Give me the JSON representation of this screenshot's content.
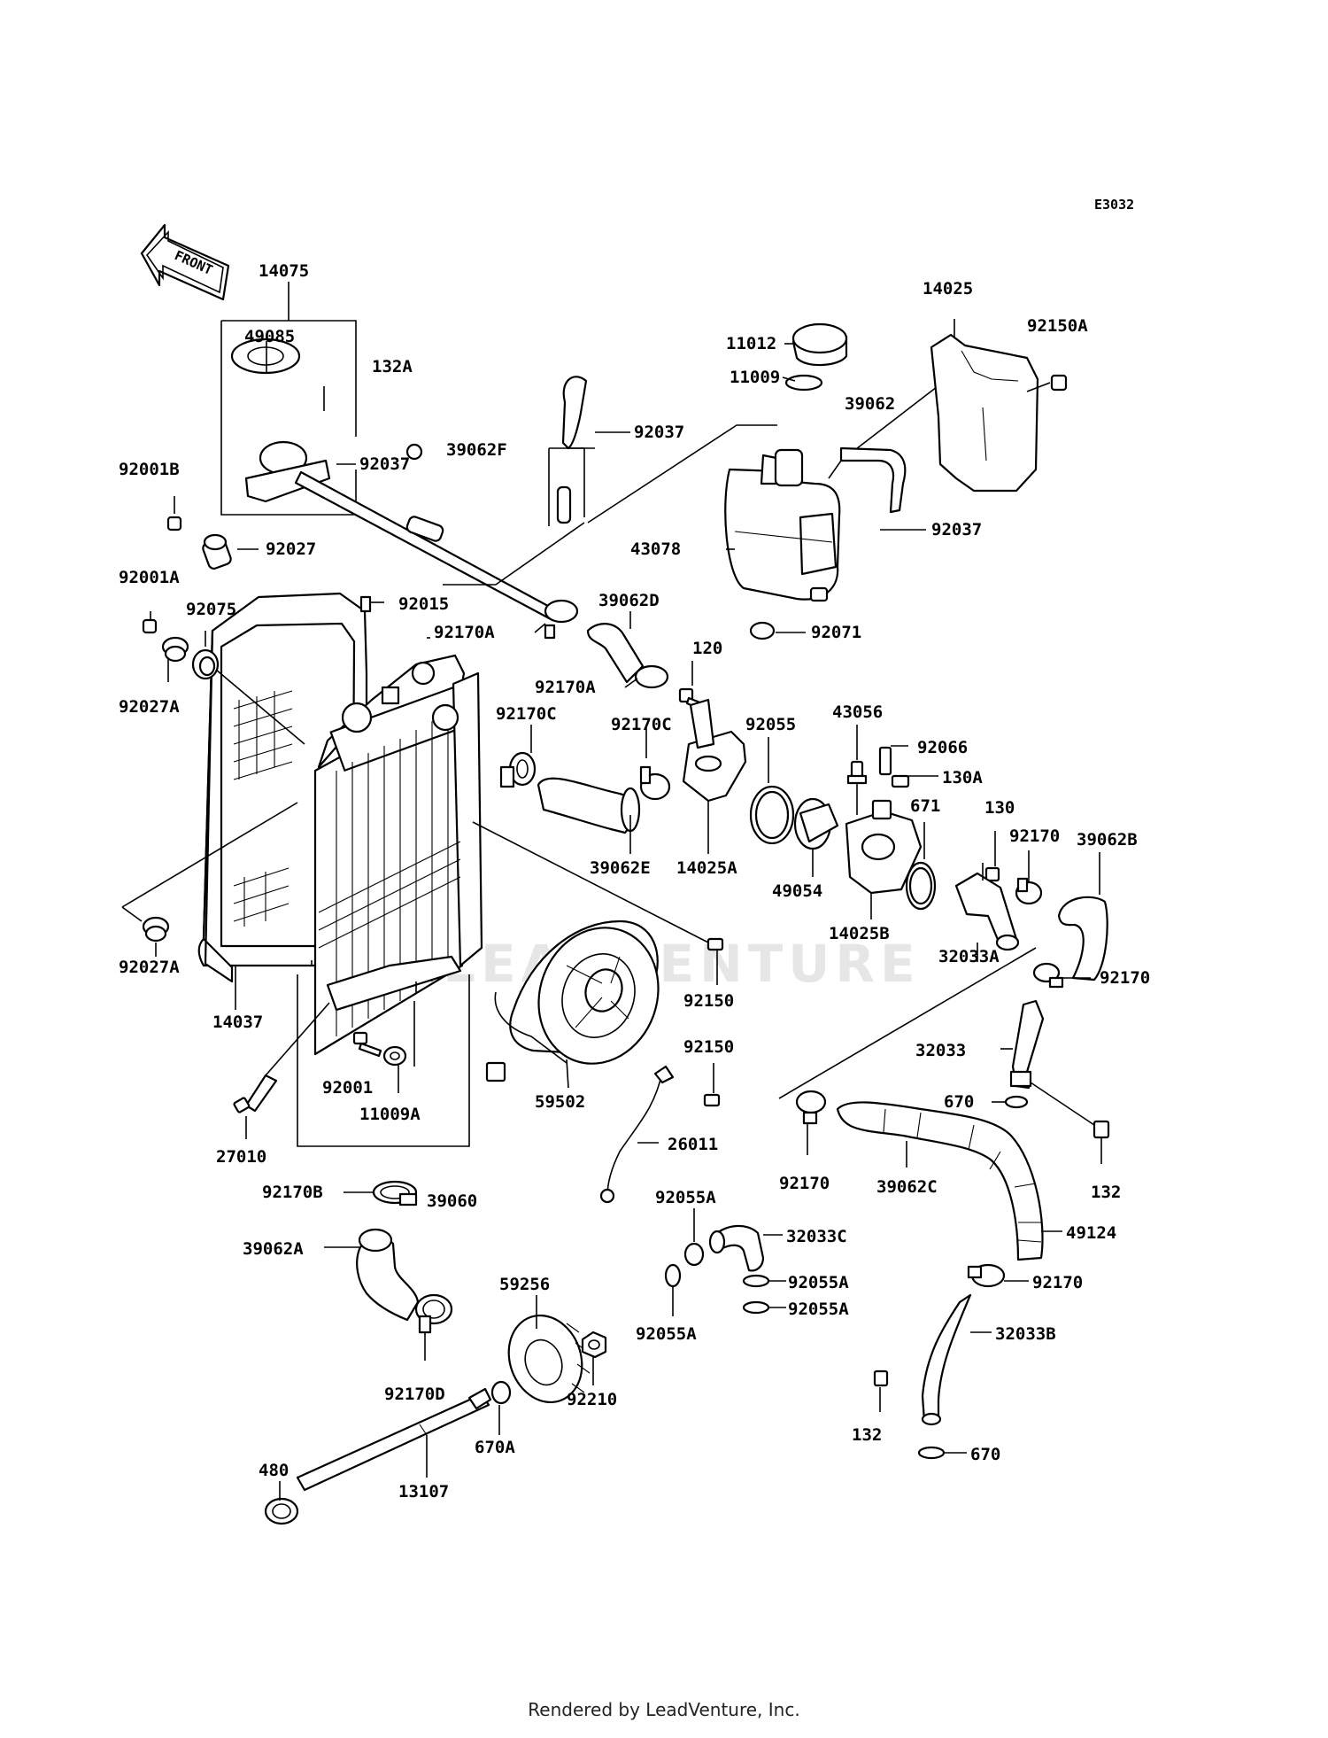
{
  "diagram_code": "E3032",
  "front_label": "FRONT",
  "watermark": "LEADVENTURE",
  "footer": "Rendered by LeadVenture, Inc.",
  "part_labels": [
    "14075",
    "49085",
    "132A",
    "92001B",
    "92037",
    "39062F",
    "92037",
    "11012",
    "11009",
    "39062",
    "14025",
    "92150A",
    "92037",
    "43078",
    "92027",
    "92001A",
    "92015",
    "92075",
    "92170A",
    "39062D",
    "92170A",
    "120",
    "92027A",
    "92170C",
    "92170C",
    "92055",
    "43056",
    "92066",
    "130A",
    "130",
    "92170",
    "39062B",
    "671",
    "39062E",
    "14025A",
    "49054",
    "14025B",
    "32033A",
    "92027A",
    "14037",
    "92150",
    "92170",
    "92150",
    "32033",
    "92001",
    "11009A",
    "59502",
    "670",
    "27010",
    "26011",
    "132",
    "92170",
    "39062C",
    "92170B",
    "39060",
    "92055A",
    "32033C",
    "49124",
    "39062A",
    "92055A",
    "92055A",
    "92170",
    "59256",
    "92055A",
    "32033B",
    "92210",
    "92170D",
    "132",
    "670",
    "480",
    "670A",
    "13107",
    "92071"
  ]
}
